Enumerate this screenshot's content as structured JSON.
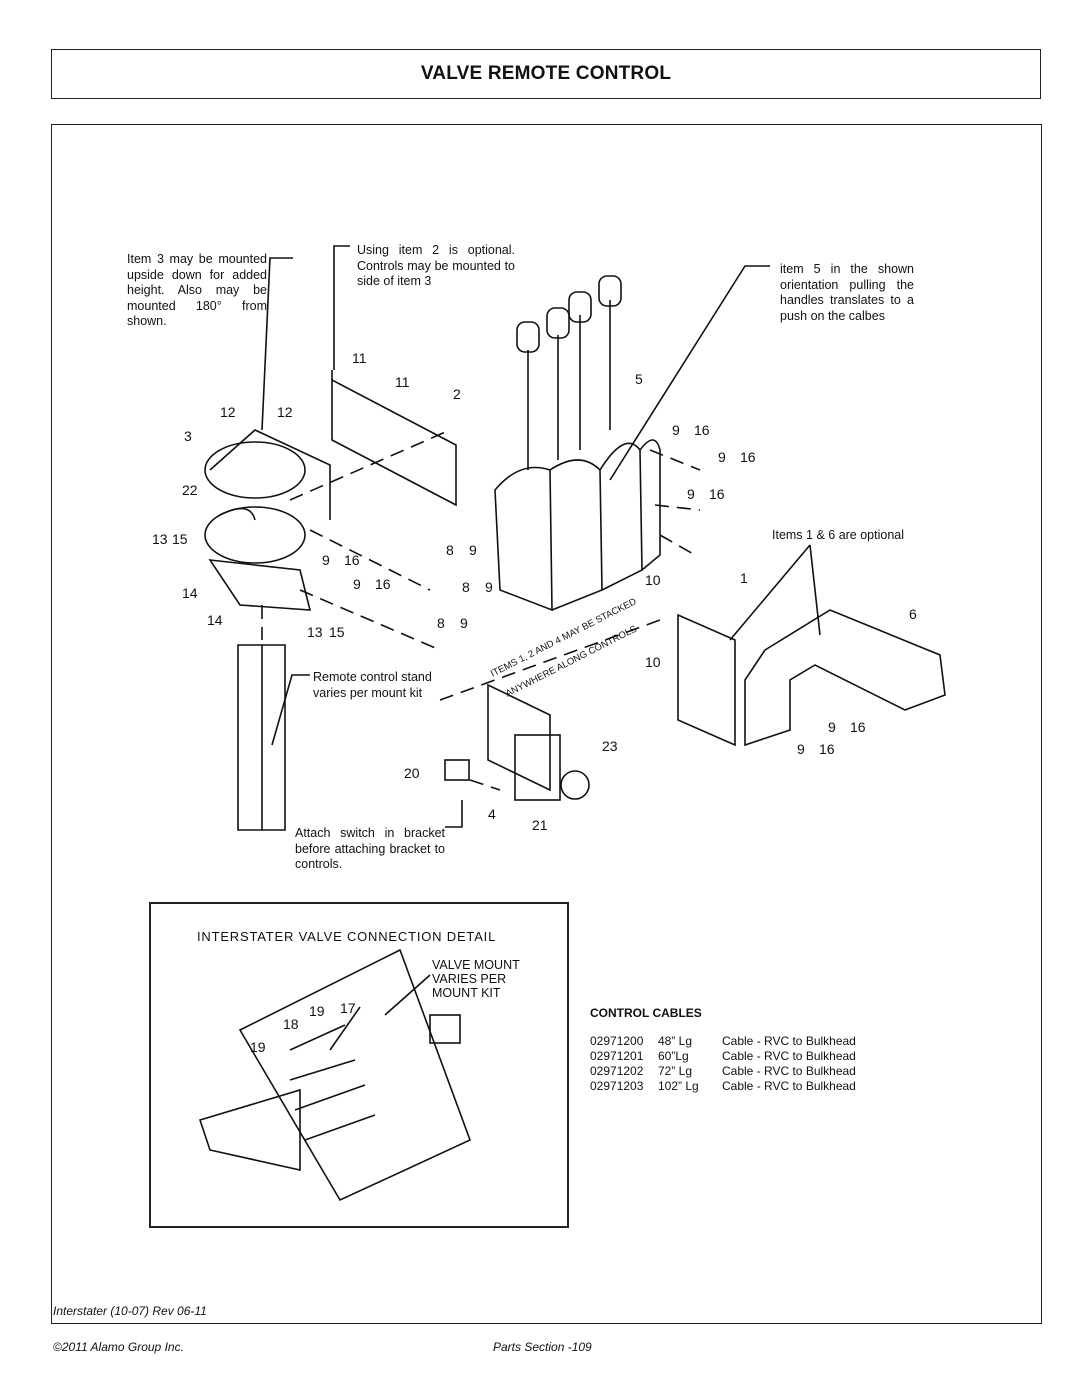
{
  "page": {
    "title": "VALVE REMOTE CONTROL"
  },
  "notes": {
    "item3": "Item 3 may be mounted upside down for added height. Also may be mounted 180° from shown.",
    "item2": "Using item 2 is optional. Controls may be mounted to side of item 3",
    "item5": "item 5 in the shown orientation pulling the handles translates to a push on the calbes",
    "optional": "Items 1 & 6 are optional",
    "stand": "Remote control stand varies per mount kit",
    "switch": "Attach switch in bracket before attaching bracket to controls.",
    "stacked_line1": "ITEMS 1, 2 AND 4 MAY BE STACKED",
    "stacked_line2": "ANYWHERE ALONG CONTROLS"
  },
  "callouts": [
    {
      "id": "c11a",
      "label": "11"
    },
    {
      "id": "c11b",
      "label": "11"
    },
    {
      "id": "c2",
      "label": "2"
    },
    {
      "id": "c12a",
      "label": "12"
    },
    {
      "id": "c12b",
      "label": "12"
    },
    {
      "id": "c3",
      "label": "3"
    },
    {
      "id": "c22",
      "label": "22"
    },
    {
      "id": "c13a",
      "label": "13"
    },
    {
      "id": "c15a",
      "label": "15"
    },
    {
      "id": "c14a",
      "label": "14"
    },
    {
      "id": "c14b",
      "label": "14"
    },
    {
      "id": "c13b",
      "label": "13"
    },
    {
      "id": "c15b",
      "label": "15"
    },
    {
      "id": "c5",
      "label": "5"
    },
    {
      "id": "c1",
      "label": "1"
    },
    {
      "id": "c6",
      "label": "6"
    },
    {
      "id": "c10a",
      "label": "10"
    },
    {
      "id": "c10b",
      "label": "10"
    },
    {
      "id": "c20",
      "label": "20"
    },
    {
      "id": "c4",
      "label": "4"
    },
    {
      "id": "c21",
      "label": "21"
    },
    {
      "id": "c23",
      "label": "23"
    },
    {
      "id": "c17",
      "label": "17"
    },
    {
      "id": "c18",
      "label": "18"
    },
    {
      "id": "c19a",
      "label": "19"
    },
    {
      "id": "c19b",
      "label": "19"
    }
  ],
  "pairs": [
    {
      "a": "9",
      "b": "16"
    },
    {
      "a": "9",
      "b": "16"
    },
    {
      "a": "9",
      "b": "16"
    },
    {
      "a": "9",
      "b": "16"
    },
    {
      "a": "9",
      "b": "16"
    },
    {
      "a": "9",
      "b": "16"
    },
    {
      "a": "9",
      "b": "16"
    },
    {
      "a": "8",
      "b": "9"
    },
    {
      "a": "8",
      "b": "9"
    },
    {
      "a": "8",
      "b": "9"
    }
  ],
  "detail": {
    "title": "INTERSTATER VALVE CONNECTION DETAIL",
    "note": "VALVE MOUNT VARIES PER MOUNT KIT"
  },
  "control_cables": {
    "title": "CONTROL CABLES",
    "rows": [
      {
        "part": "02971200",
        "length": "48” Lg",
        "desc": "Cable - RVC to Bulkhead"
      },
      {
        "part": "02971201",
        "length": "60”Lg",
        "desc": "Cable - RVC to Bulkhead"
      },
      {
        "part": "02971202",
        "length": "72” Lg",
        "desc": "Cable - RVC to Bulkhead"
      },
      {
        "part": "02971203",
        "length": "102” Lg",
        "desc": "Cable - RVC to Bulkhead"
      }
    ]
  },
  "footer": {
    "model": "Interstater (10-07) Rev 06-11",
    "copyright": "©2011 Alamo Group Inc.",
    "page": "Parts Section -109"
  }
}
